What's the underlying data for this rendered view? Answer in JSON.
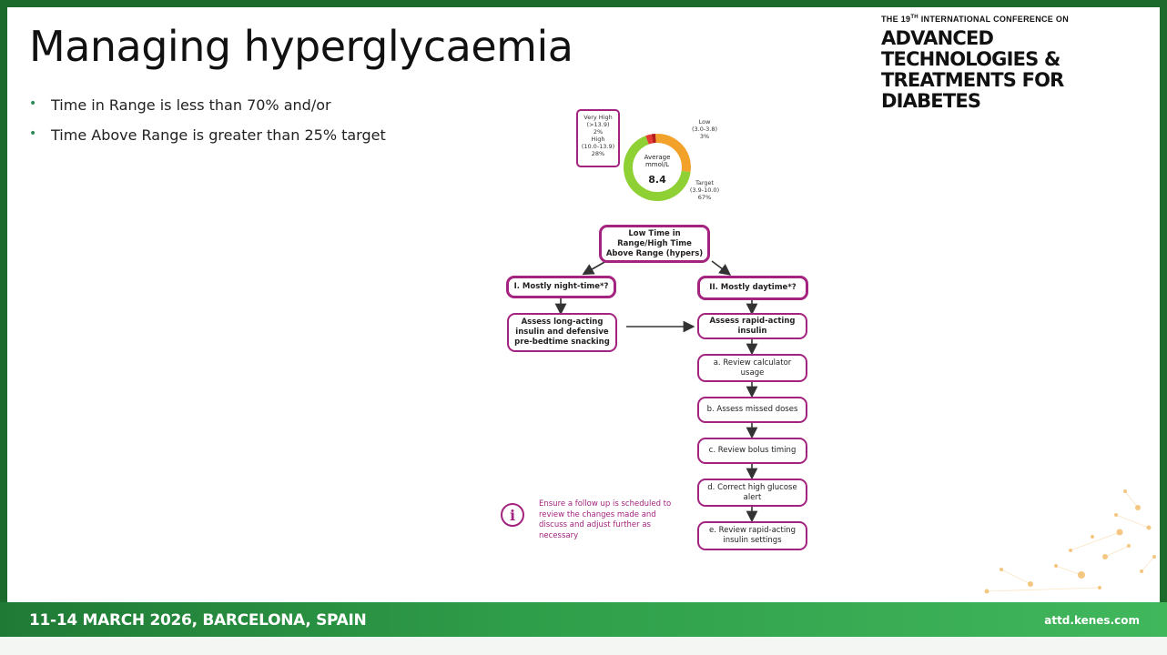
{
  "slide": {
    "title": "Managing hyperglycaemia",
    "bullets": [
      "Time in Range is less than 70% and/or",
      "Time Above Range is greater than 25% target"
    ]
  },
  "conference": {
    "line1_pre": "THE 19",
    "line1_sup": "TH",
    "line1_post": " INTERNATIONAL CONFERENCE ON",
    "line2": "ADVANCED TECHNOLOGIES &",
    "line3": "TREATMENTS FOR DIABETES"
  },
  "donut": {
    "center_label_1": "Average",
    "center_label_2": "mmol/L",
    "center_value": "8.4",
    "segments": [
      {
        "key": "very_high",
        "fraction": 0.02,
        "color": "#b71c1c"
      },
      {
        "key": "high",
        "fraction": 0.28,
        "color": "#f2a22b"
      },
      {
        "key": "target",
        "fraction": 0.67,
        "color": "#8fd135"
      },
      {
        "key": "low",
        "fraction": 0.03,
        "color": "#e53935"
      }
    ],
    "very_high": {
      "label": "Very High",
      "range": "(>13.9)",
      "pct": "2%"
    },
    "high": {
      "label": "High",
      "range": "(10.0-13.9)",
      "pct": "28%"
    },
    "low": {
      "label": "Low",
      "range": "(3.0-3.8)",
      "pct": "3%"
    },
    "target": {
      "label": "Target",
      "range": "(3.9-10.0)",
      "pct": "67%"
    }
  },
  "flow": {
    "root": "Low Time in Range/High Time Above Range (hypers)",
    "night_q": "I. Mostly night-time*?",
    "day_q": "II. Mostly daytime*?",
    "night_action": "Assess long-acting insulin and defensive pre-bedtime snacking",
    "day_action": "Assess rapid-acting insulin",
    "steps": [
      "a. Review calculator usage",
      "b. Assess missed doses",
      "c. Review bolus timing",
      "d. Correct high glucose alert",
      "e. Review rapid-acting insulin settings"
    ],
    "note_icon": "i",
    "note": "Ensure a follow up is scheduled to review the changes made and discuss and adjust further as necessary"
  },
  "footer": {
    "dates": "11-14 MARCH 2026, BARCELONA, SPAIN",
    "url": "attd.kenes.com"
  },
  "colors": {
    "accent": "#a3237f",
    "footer_green": "#2f9e4a",
    "bullet_green": "#2e8b57",
    "dot_orange": "#f0b45a"
  }
}
